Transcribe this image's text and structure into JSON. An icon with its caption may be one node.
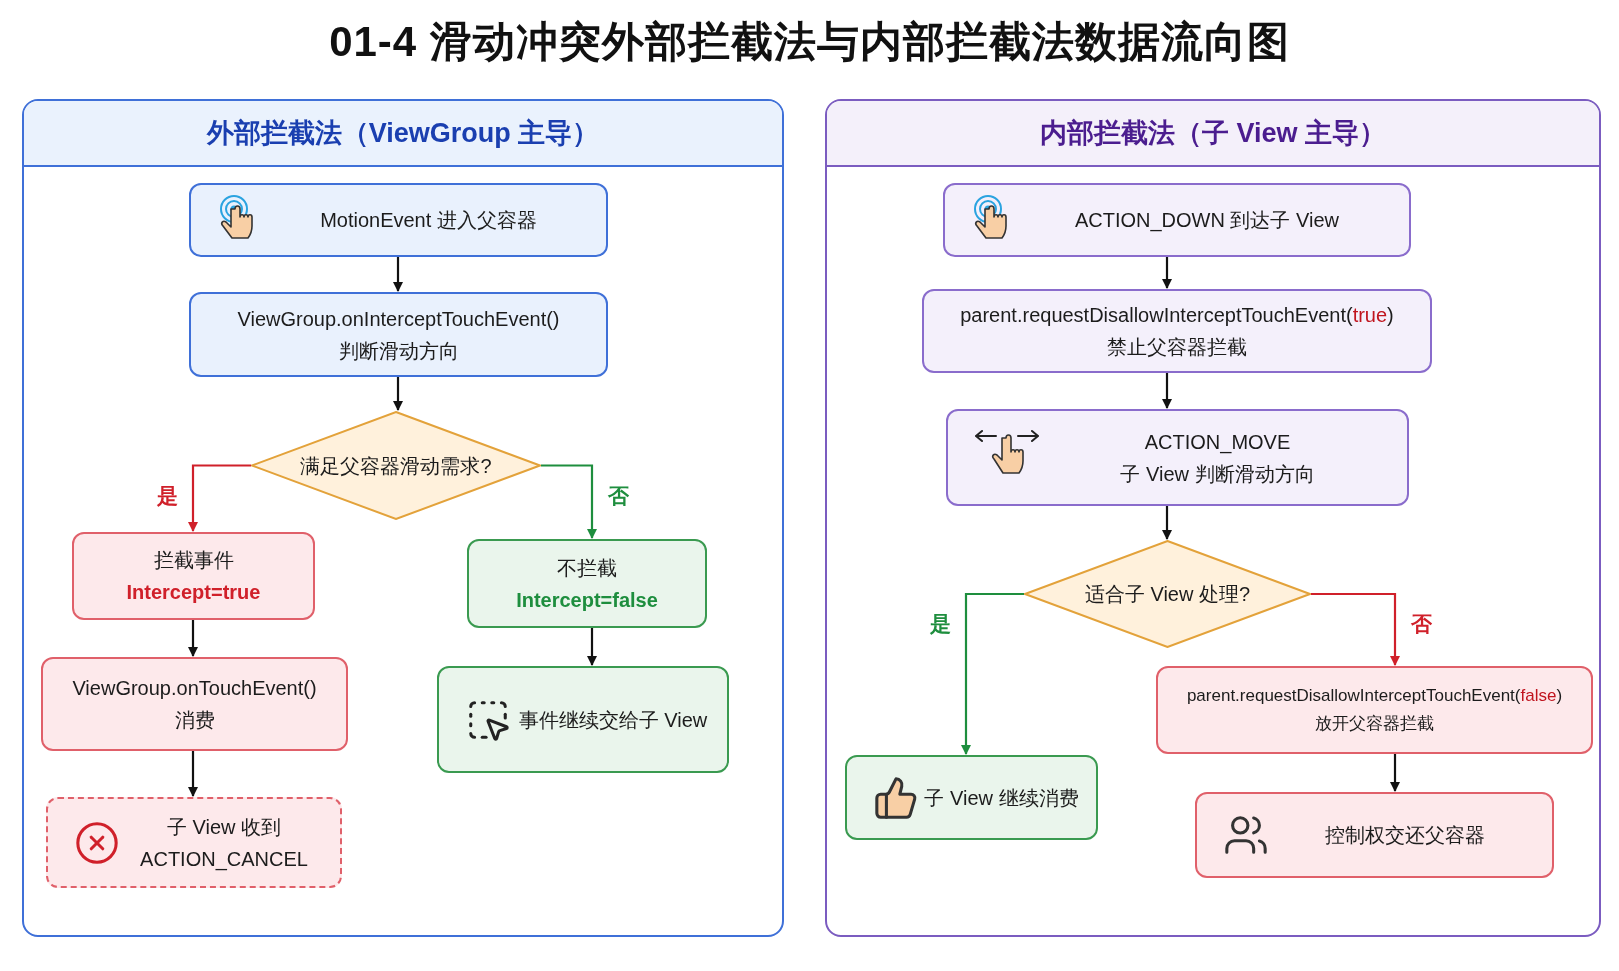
{
  "diagram": {
    "title": "01-4 滑动冲突外部拦截法与内部拦截法数据流向图",
    "nodes": [
      {
        "text": [
          "外部拦截法（ViewGroup 主导）"
        ]
      },
      {
        "text": [
          "MotionEvent 进入父容器"
        ],
        "in": 0
      },
      {
        "text": [
          "ViewGroup.onInterceptTouchEvent()",
          "判断滑动方向"
        ],
        "in": 0
      },
      {
        "text": [
          "满足父容器滑动需求?"
        ],
        "in": 0
      },
      {
        "text": [
          "拦截事件",
          "Intercept=true"
        ],
        "in": 0
      },
      {
        "text": [
          "不拦截",
          "Intercept=false"
        ],
        "in": 0
      },
      {
        "text": [
          "ViewGroup.onTouchEvent()",
          "消费"
        ],
        "in": 0
      },
      {
        "text": [
          "事件继续交给子 View"
        ],
        "in": 0
      },
      {
        "text": [
          "子 View 收到",
          "ACTION_CANCEL"
        ],
        "in": 0
      },
      {
        "text": [
          "内部拦截法（子 View 主导）"
        ]
      },
      {
        "text": [
          "ACTION_DOWN 到达子 View"
        ],
        "in": 9
      },
      {
        "text": [
          "parent.requestDisallowInterceptTouchEvent(**true**)",
          "禁止父容器拦截"
        ],
        "in": 9
      },
      {
        "text": [
          "ACTION_MOVE",
          "子 View 判断滑动方向"
        ],
        "in": 9
      },
      {
        "text": [
          "适合子 View 处理?"
        ],
        "in": 9
      },
      {
        "text": [
          "parent.requestDisallowInterceptTouchEvent(**false**)",
          "放开父容器拦截"
        ],
        "in": 9
      },
      {
        "text": [
          "子 View 继续消费"
        ],
        "in": 9
      },
      {
        "text": [
          "控制权交还父容器"
        ],
        "in": 9
      }
    ],
    "edges": [
      {
        "from": 1,
        "to": 2,
        "arrow": "to"
      },
      {
        "from": 2,
        "to": 3,
        "arrow": "to"
      },
      {
        "from": 3,
        "to": 4,
        "arrow": "to",
        "label": "是",
        "color": "#d0202a"
      },
      {
        "from": 3,
        "to": 5,
        "arrow": "to",
        "label": "否",
        "color": "#1e8e3e"
      },
      {
        "from": 4,
        "to": 6,
        "arrow": "to"
      },
      {
        "from": 6,
        "to": 8,
        "arrow": "to"
      },
      {
        "from": 5,
        "to": 7,
        "arrow": "to"
      },
      {
        "from": 10,
        "to": 11,
        "arrow": "to"
      },
      {
        "from": 11,
        "to": 12,
        "arrow": "to"
      },
      {
        "from": 12,
        "to": 13,
        "arrow": "to"
      },
      {
        "from": 13,
        "to": 15,
        "arrow": "to",
        "label": "是",
        "color": "#1e8e3e"
      },
      {
        "from": 13,
        "to": 14,
        "arrow": "to",
        "label": "否",
        "color": "#d0202a"
      },
      {
        "from": 14,
        "to": 16,
        "arrow": "to"
      }
    ]
  }
}
